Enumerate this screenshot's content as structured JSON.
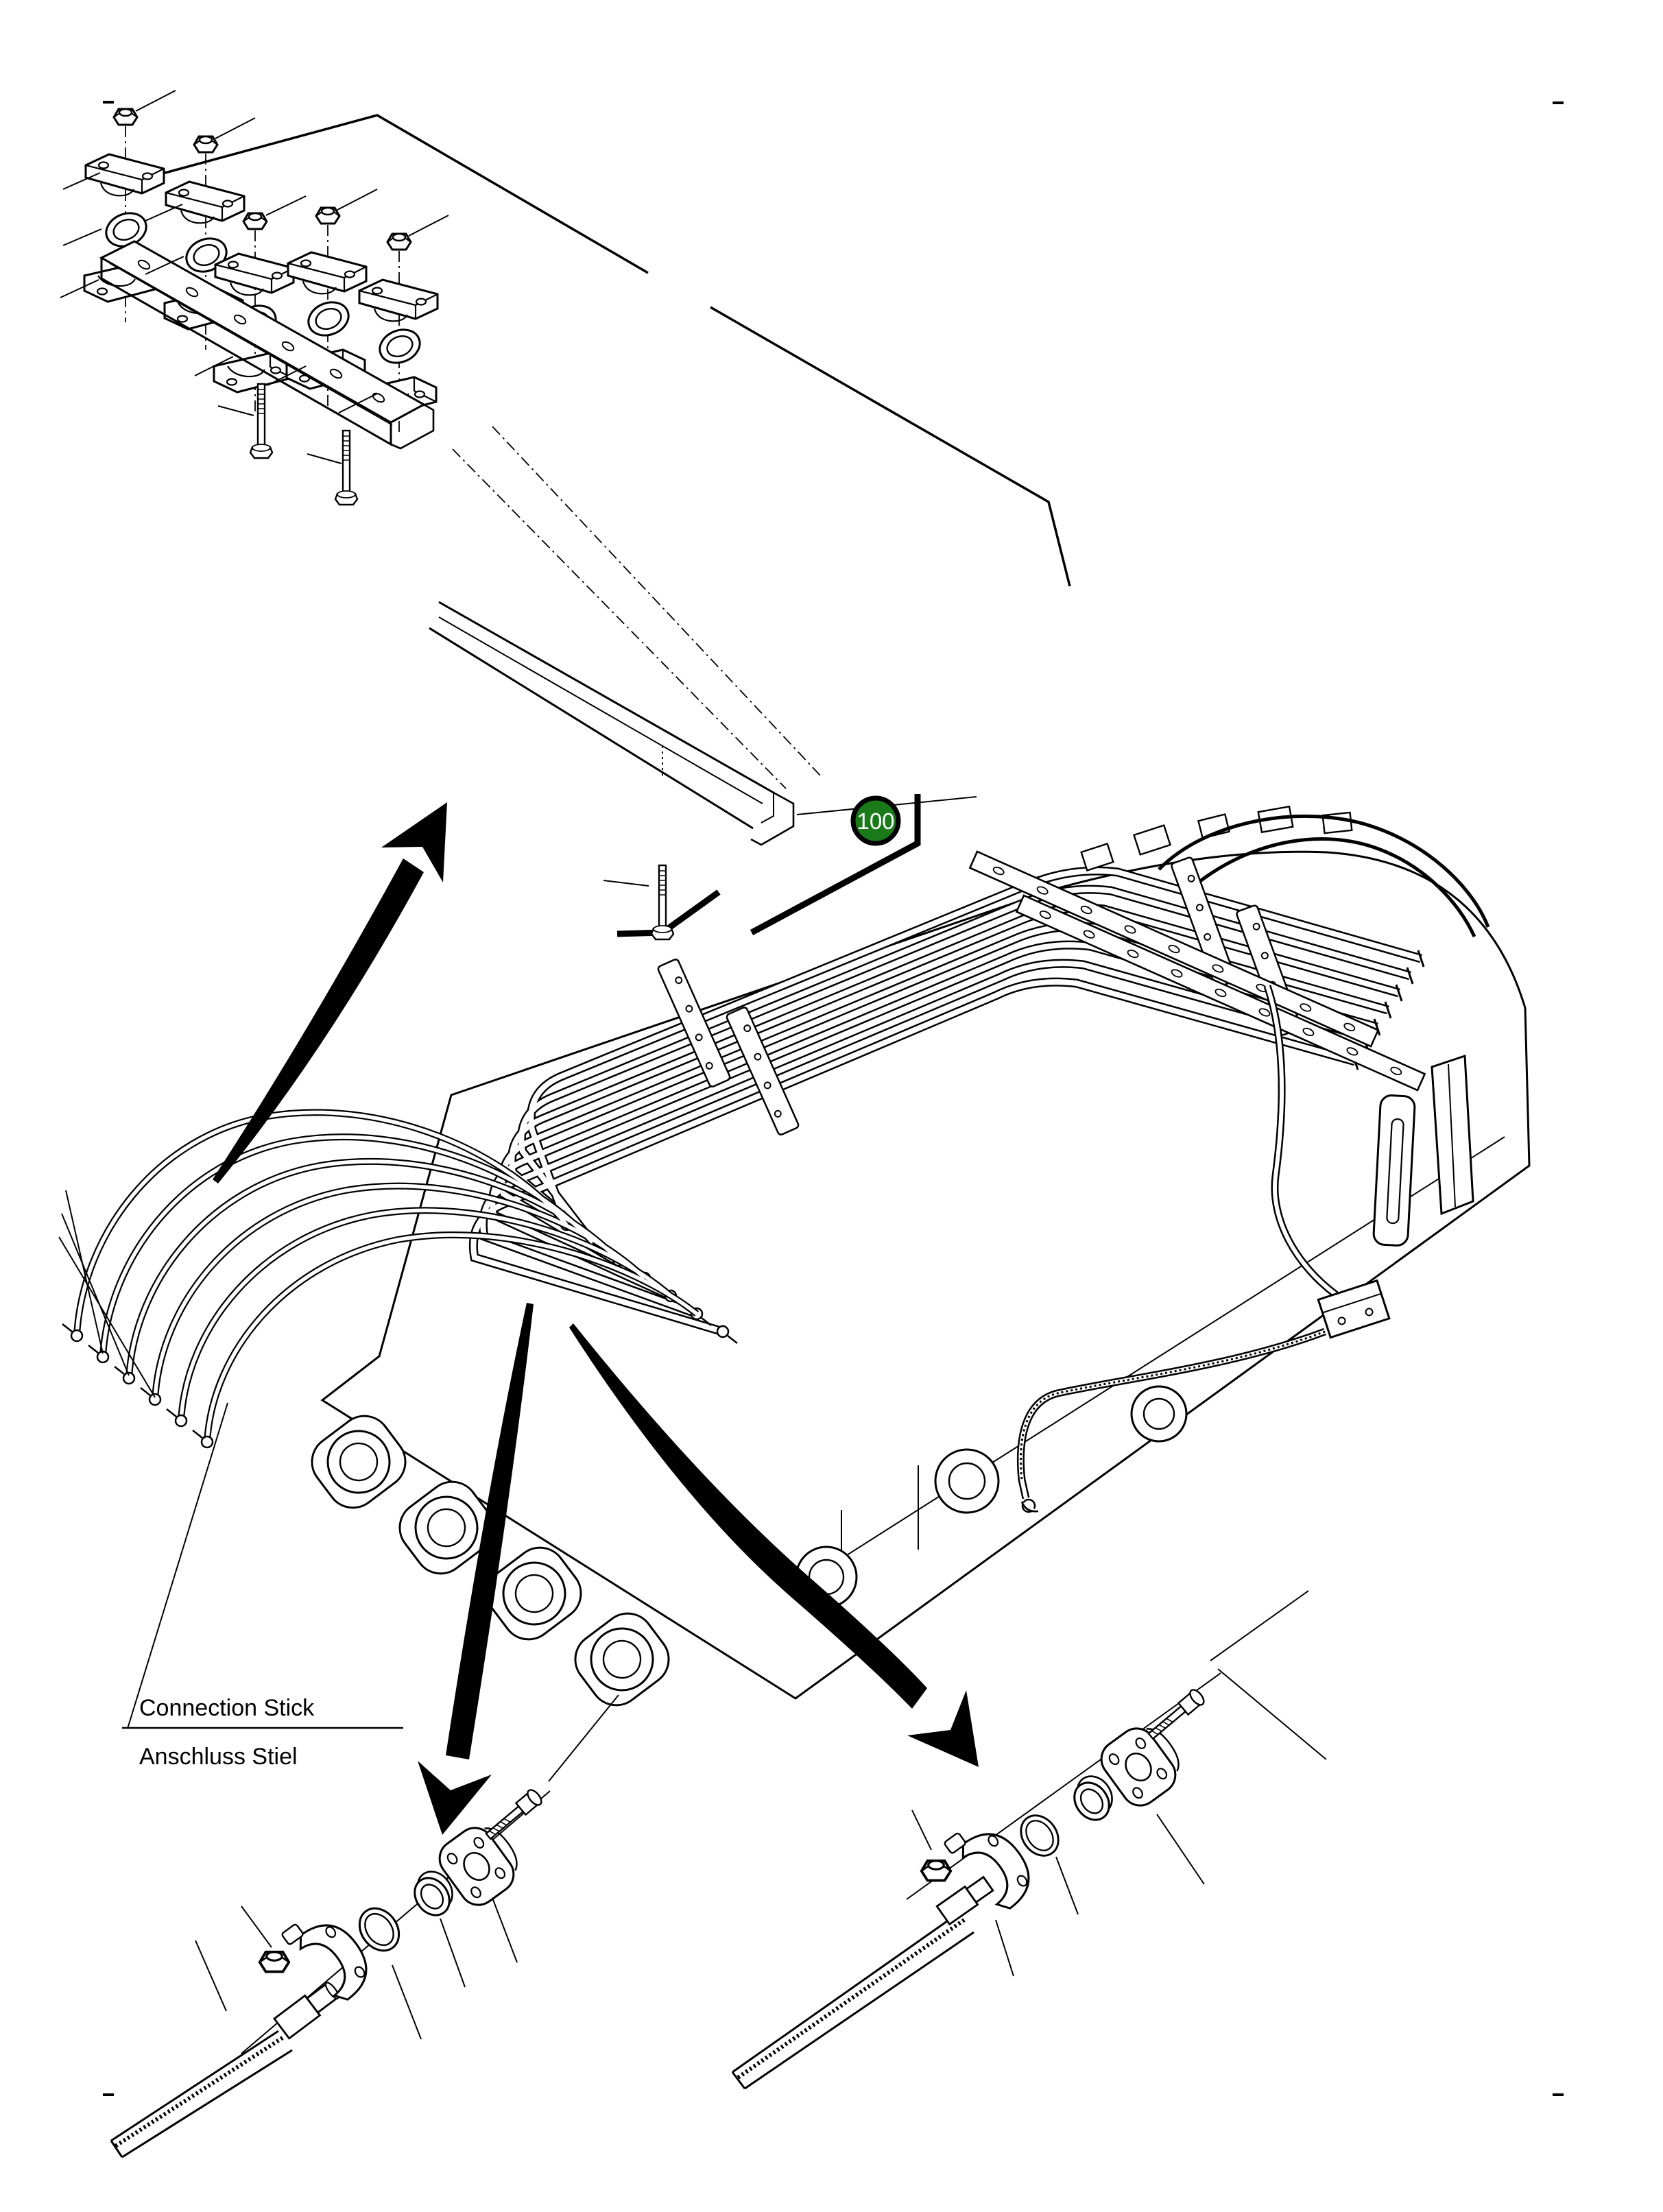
{
  "figure": {
    "background_color": "#ffffff",
    "line_color": "#000000"
  },
  "badge": {
    "number": "100",
    "fill_color": "#1a7a1a",
    "border_color": "#000000",
    "text_color": "#ffffff"
  },
  "labels": {
    "title_en": "Connection Stick",
    "title_de": "Anschluss Stiel"
  }
}
